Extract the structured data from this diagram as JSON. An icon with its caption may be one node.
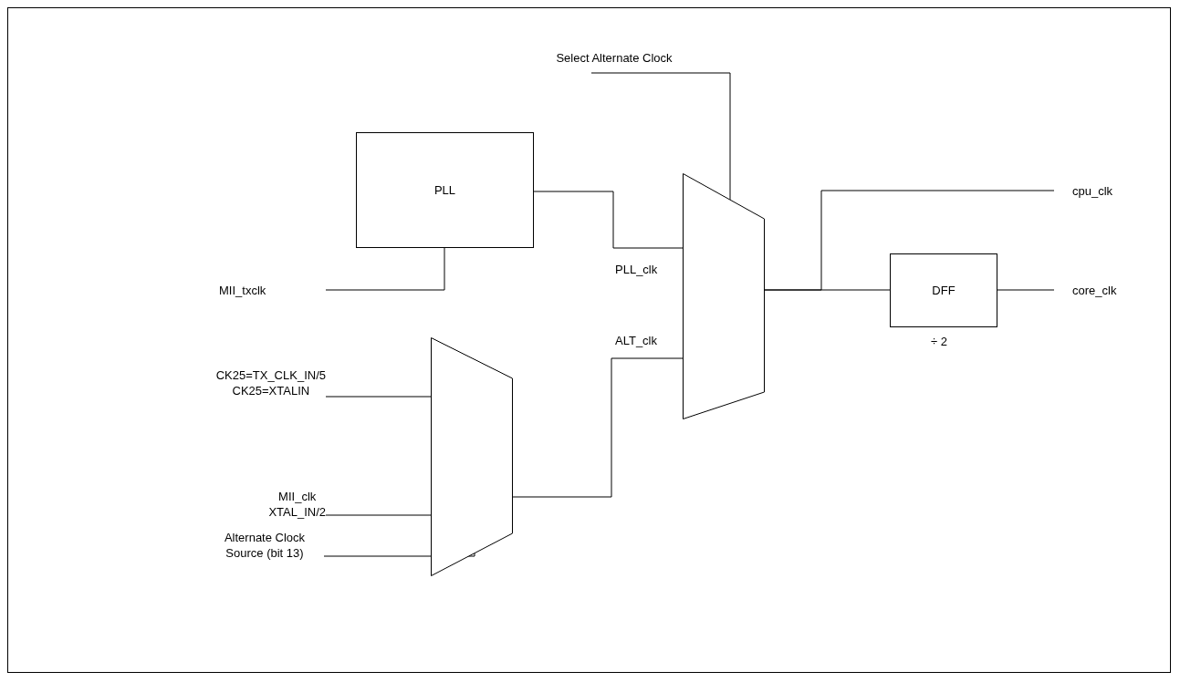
{
  "diagram": {
    "nodes": [
      {
        "text": [
          "PLL"
        ]
      },
      {
        "text": [],
        "shape": "trapezoid"
      },
      {
        "text": [
          "DFF"
        ],
        "beside": [
          "÷ 2"
        ]
      },
      {
        "text": [],
        "shape": "trapezoid"
      },
      {
        "text": [
          "Select Alternate Clock"
        ]
      },
      {
        "text": [
          "MII_txclk"
        ]
      },
      {
        "text": [
          "cpu_clk"
        ]
      },
      {
        "text": [
          "core_clk"
        ]
      },
      {
        "text": [
          "CK25=TX_CLK_IN/5",
          "CK25=XTALIN"
        ]
      },
      {
        "text": [
          "MII_clk",
          "XTAL_IN/2"
        ]
      },
      {
        "text": [
          "Alternate Clock Source (bit 13)"
        ]
      }
    ],
    "edges": [
      {
        "from": 4,
        "to": 1,
        "arrow": "none"
      },
      {
        "from": 5,
        "to": 0,
        "arrow": "none"
      },
      {
        "from": 0,
        "to": 1,
        "arrow": "none",
        "label": "PLL_clk"
      },
      {
        "from": 3,
        "to": 1,
        "arrow": "none",
        "label": "ALT_clk"
      },
      {
        "from": 1,
        "to": 6,
        "arrow": "none"
      },
      {
        "from": 1,
        "to": 2,
        "arrow": "none"
      },
      {
        "from": 2,
        "to": 7,
        "arrow": "none"
      },
      {
        "from": 8,
        "to": 3,
        "arrow": "none"
      },
      {
        "from": 9,
        "to": 3,
        "arrow": "none"
      },
      {
        "from": 10,
        "to": 3,
        "arrow": "none"
      }
    ]
  }
}
